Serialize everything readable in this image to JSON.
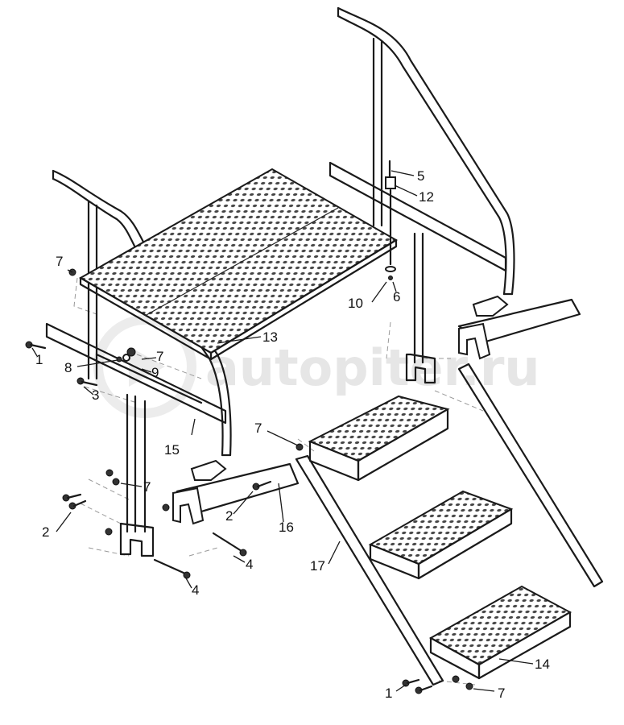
{
  "watermark": {
    "text": "autopiter.ru"
  },
  "callouts": [
    {
      "id": "c1a",
      "label": "1"
    },
    {
      "id": "c1b",
      "label": "1"
    },
    {
      "id": "c2a",
      "label": "2"
    },
    {
      "id": "c2b",
      "label": "2"
    },
    {
      "id": "c3",
      "label": "3"
    },
    {
      "id": "c4a",
      "label": "4"
    },
    {
      "id": "c4b",
      "label": "4"
    },
    {
      "id": "c5",
      "label": "5"
    },
    {
      "id": "c6",
      "label": "6"
    },
    {
      "id": "c7a",
      "label": "7"
    },
    {
      "id": "c7b",
      "label": "7"
    },
    {
      "id": "c7c",
      "label": "7"
    },
    {
      "id": "c7d",
      "label": "7"
    },
    {
      "id": "c7e",
      "label": "7"
    },
    {
      "id": "c8",
      "label": "8"
    },
    {
      "id": "c9",
      "label": "9"
    },
    {
      "id": "c10",
      "label": "10"
    },
    {
      "id": "c12",
      "label": "12"
    },
    {
      "id": "c13",
      "label": "13"
    },
    {
      "id": "c14",
      "label": "14"
    },
    {
      "id": "c15",
      "label": "15"
    },
    {
      "id": "c16",
      "label": "16"
    },
    {
      "id": "c17",
      "label": "17"
    }
  ]
}
